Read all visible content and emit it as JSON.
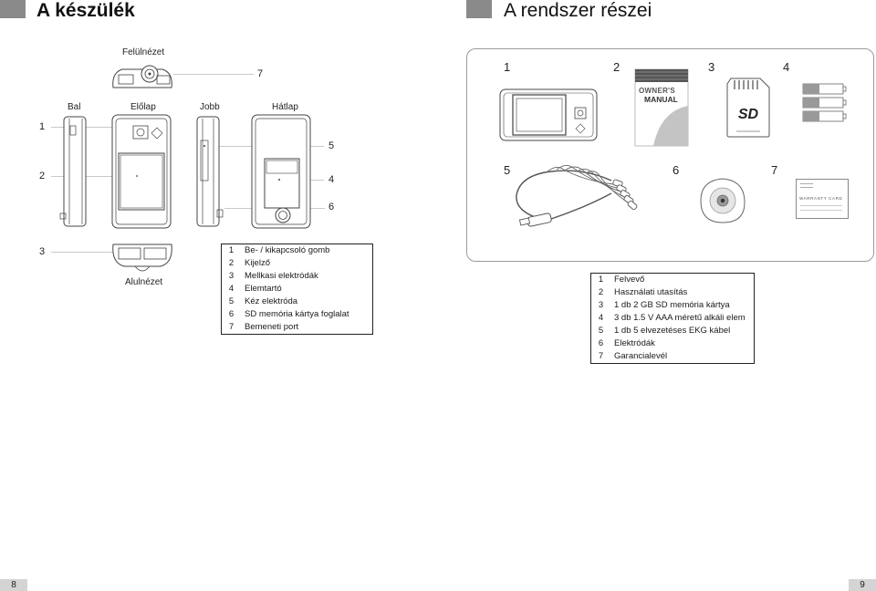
{
  "left_page": {
    "title": "A készülék",
    "view_labels": {
      "top": "Felülnézet",
      "left": "Bal",
      "front": "Előlap",
      "right": "Jobb",
      "back": "Hátlap",
      "bottom": "Alulnézet"
    },
    "callouts": [
      "1",
      "2",
      "3",
      "4",
      "5",
      "6",
      "7"
    ],
    "legend": [
      {
        "n": "1",
        "text": "Be- / kikapcsoló gomb"
      },
      {
        "n": "2",
        "text": "Kijelző"
      },
      {
        "n": "3",
        "text": "Mellkasi elektródák"
      },
      {
        "n": "4",
        "text": "Elemtartó"
      },
      {
        "n": "5",
        "text": "Kéz elektróda"
      },
      {
        "n": "6",
        "text": "SD memória kártya foglalat"
      },
      {
        "n": "7",
        "text": "Bemeneti port"
      }
    ],
    "page_number": "8"
  },
  "right_page": {
    "title": "A rendszer részei",
    "item_numbers": [
      "1",
      "2",
      "3",
      "4",
      "5",
      "6",
      "7"
    ],
    "manual_cover": {
      "line1": "OWNER'S",
      "line2": "MANUAL"
    },
    "warranty_card": "WARRANTY CARD",
    "legend": [
      {
        "n": "1",
        "text": "Felvevő"
      },
      {
        "n": "2",
        "text": "Használati utasítás"
      },
      {
        "n": "3",
        "text": "1 db 2 GB SD memória kártya"
      },
      {
        "n": "4",
        "text": "3 db 1.5 V AAA méretű alkáli elem"
      },
      {
        "n": "5",
        "text": "1 db 5 elvezetéses EKG kábel"
      },
      {
        "n": "6",
        "text": "Elektródák"
      },
      {
        "n": "7",
        "text": "Garancialevél"
      }
    ],
    "page_number": "9"
  }
}
